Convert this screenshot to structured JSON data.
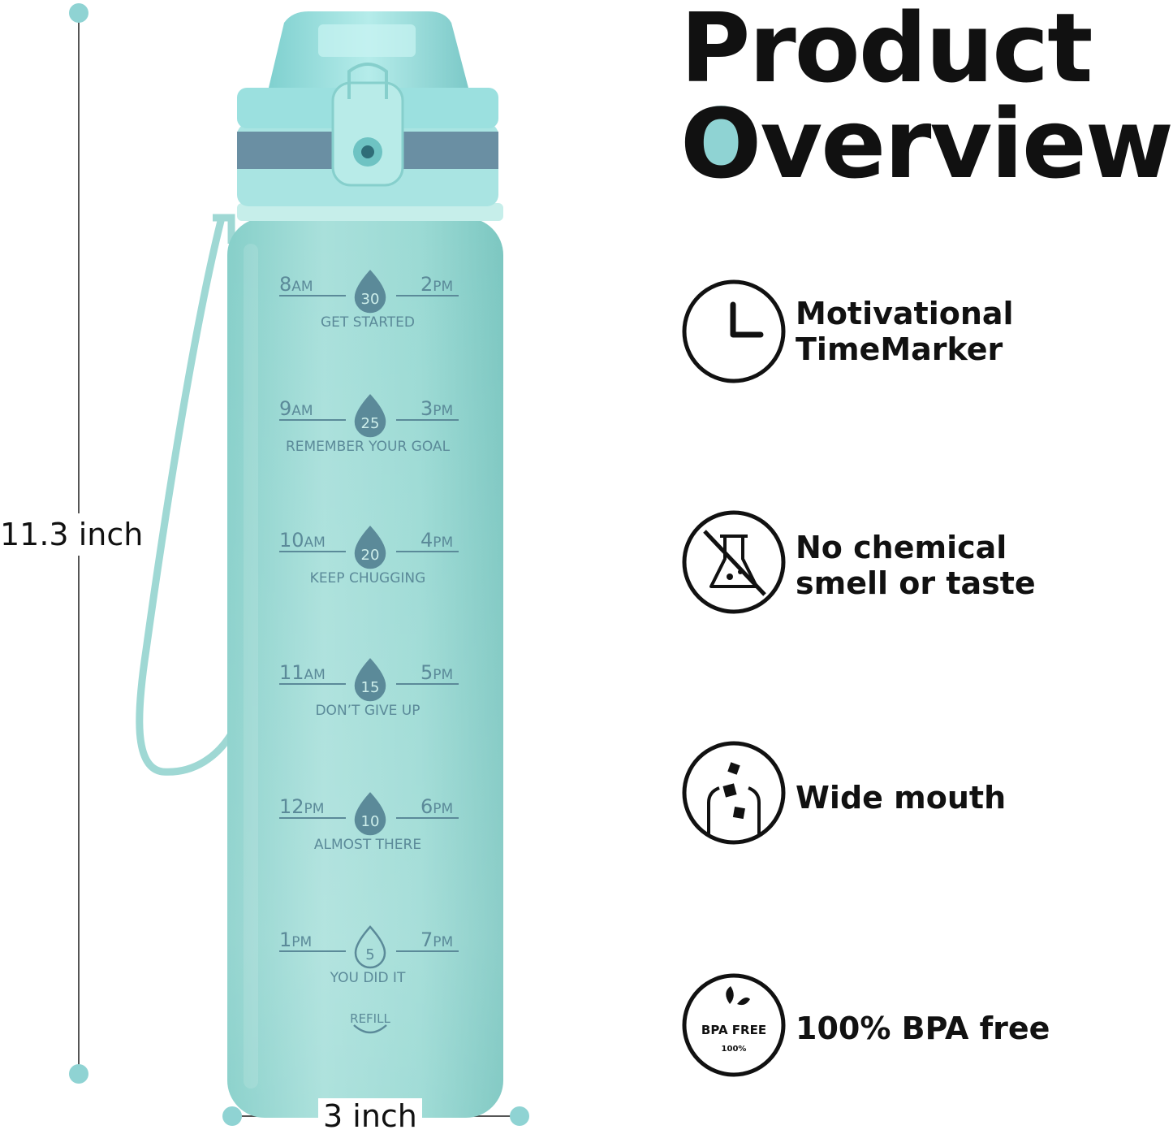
{
  "heading": {
    "line1": "Product",
    "line2_rest": "verview",
    "line2_first": "O"
  },
  "dimensions": {
    "height": "11.3 inch",
    "width": "3 inch"
  },
  "features": [
    {
      "icon": "clock-icon",
      "lines": [
        "Motivational",
        "TimeMarker"
      ]
    },
    {
      "icon": "no-chemical-flask-icon",
      "lines": [
        "No chemical",
        "smell or taste"
      ]
    },
    {
      "icon": "wide-mouth-ice-icon",
      "lines": [
        "Wide mouth"
      ]
    },
    {
      "icon": "bpa-free-badge-icon",
      "lines": [
        "100% BPA free"
      ],
      "badge_text": "BPA FREE",
      "badge_sub": "100%"
    }
  ],
  "bottle": {
    "markers": [
      {
        "left_time": "8",
        "left_suffix": "AM",
        "right_time": "2",
        "right_suffix": "PM",
        "ounces": "30",
        "message": "GET STARTED"
      },
      {
        "left_time": "9",
        "left_suffix": "AM",
        "right_time": "3",
        "right_suffix": "PM",
        "ounces": "25",
        "message": "REMEMBER YOUR GOAL"
      },
      {
        "left_time": "10",
        "left_suffix": "AM",
        "right_time": "4",
        "right_suffix": "PM",
        "ounces": "20",
        "message": "KEEP CHUGGING"
      },
      {
        "left_time": "11",
        "left_suffix": "AM",
        "right_time": "5",
        "right_suffix": "PM",
        "ounces": "15",
        "message": "DON’T GIVE UP"
      },
      {
        "left_time": "12",
        "left_suffix": "PM",
        "right_time": "6",
        "right_suffix": "PM",
        "ounces": "10",
        "message": "ALMOST THERE"
      },
      {
        "left_time": "1",
        "left_suffix": "PM",
        "right_time": "7",
        "right_suffix": "PM",
        "ounces": "5",
        "message": "YOU DID IT"
      }
    ],
    "refill_label": "REFILL"
  },
  "colors": {
    "bottle_body": "#93d6d0",
    "bottle_body_light": "#b8e6e1",
    "cap": "#8ed8d6",
    "cap_band": "#6a8fa3",
    "marker_text": "#5b8a99",
    "accent_dot": "#8fd3d3",
    "text": "#111111"
  }
}
